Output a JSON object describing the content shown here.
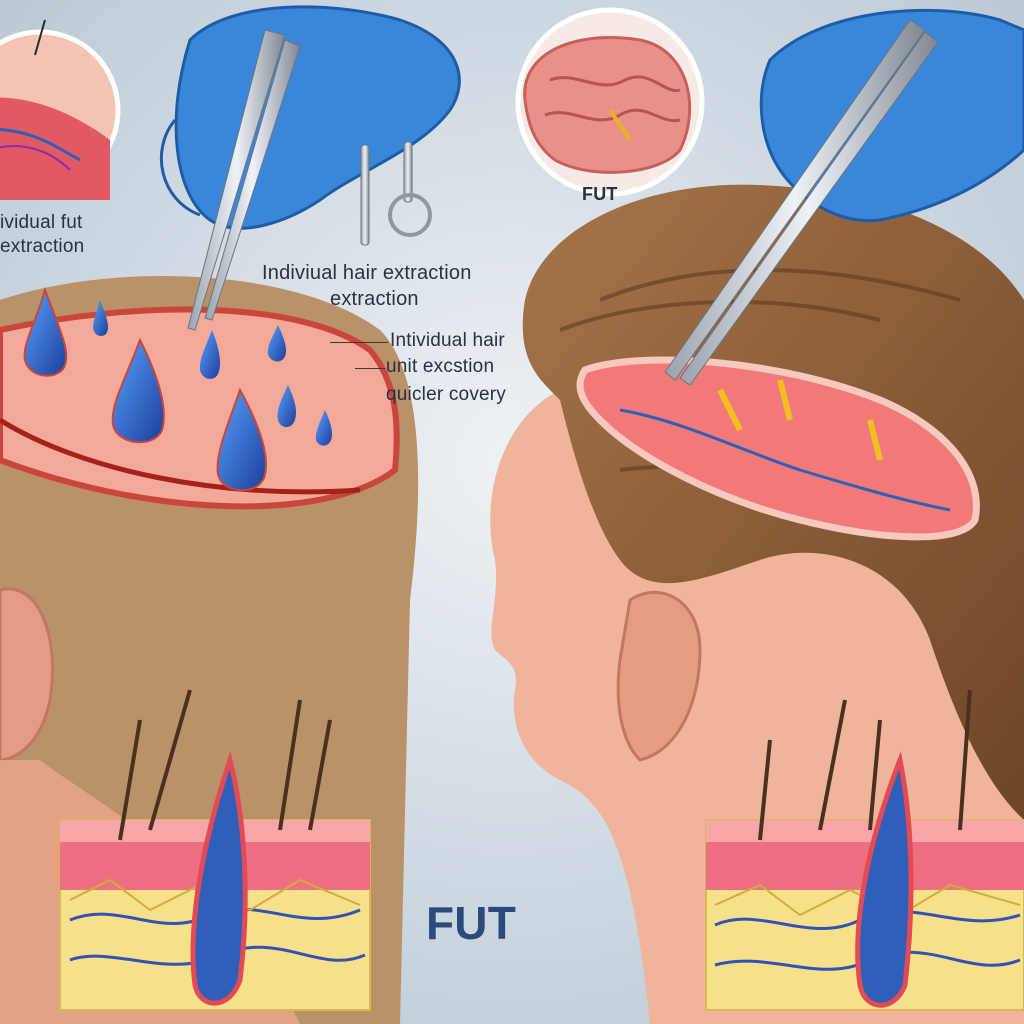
{
  "labels": {
    "left_line_1": "ividual fut",
    "left_line_2": "extraction",
    "mid_line_1": "Indiviual hair extraction",
    "mid_line_2": "extraction",
    "mid_line_3": "Intividual hair",
    "mid_line_4": "unit excstion",
    "mid_line_5": "quicler covery",
    "fut_small": "FUT",
    "fut_big": "FUT"
  },
  "colors": {
    "background": "#dbe3ea",
    "glove": "#3a86d8",
    "skin": "#f0a48c",
    "hair_brown": "#8a5a34",
    "follicle_blue": "#2f5fb8",
    "fat_yellow": "#f6e08a",
    "label_text": "#2a3140",
    "fut_title": "#2b4a7e"
  }
}
